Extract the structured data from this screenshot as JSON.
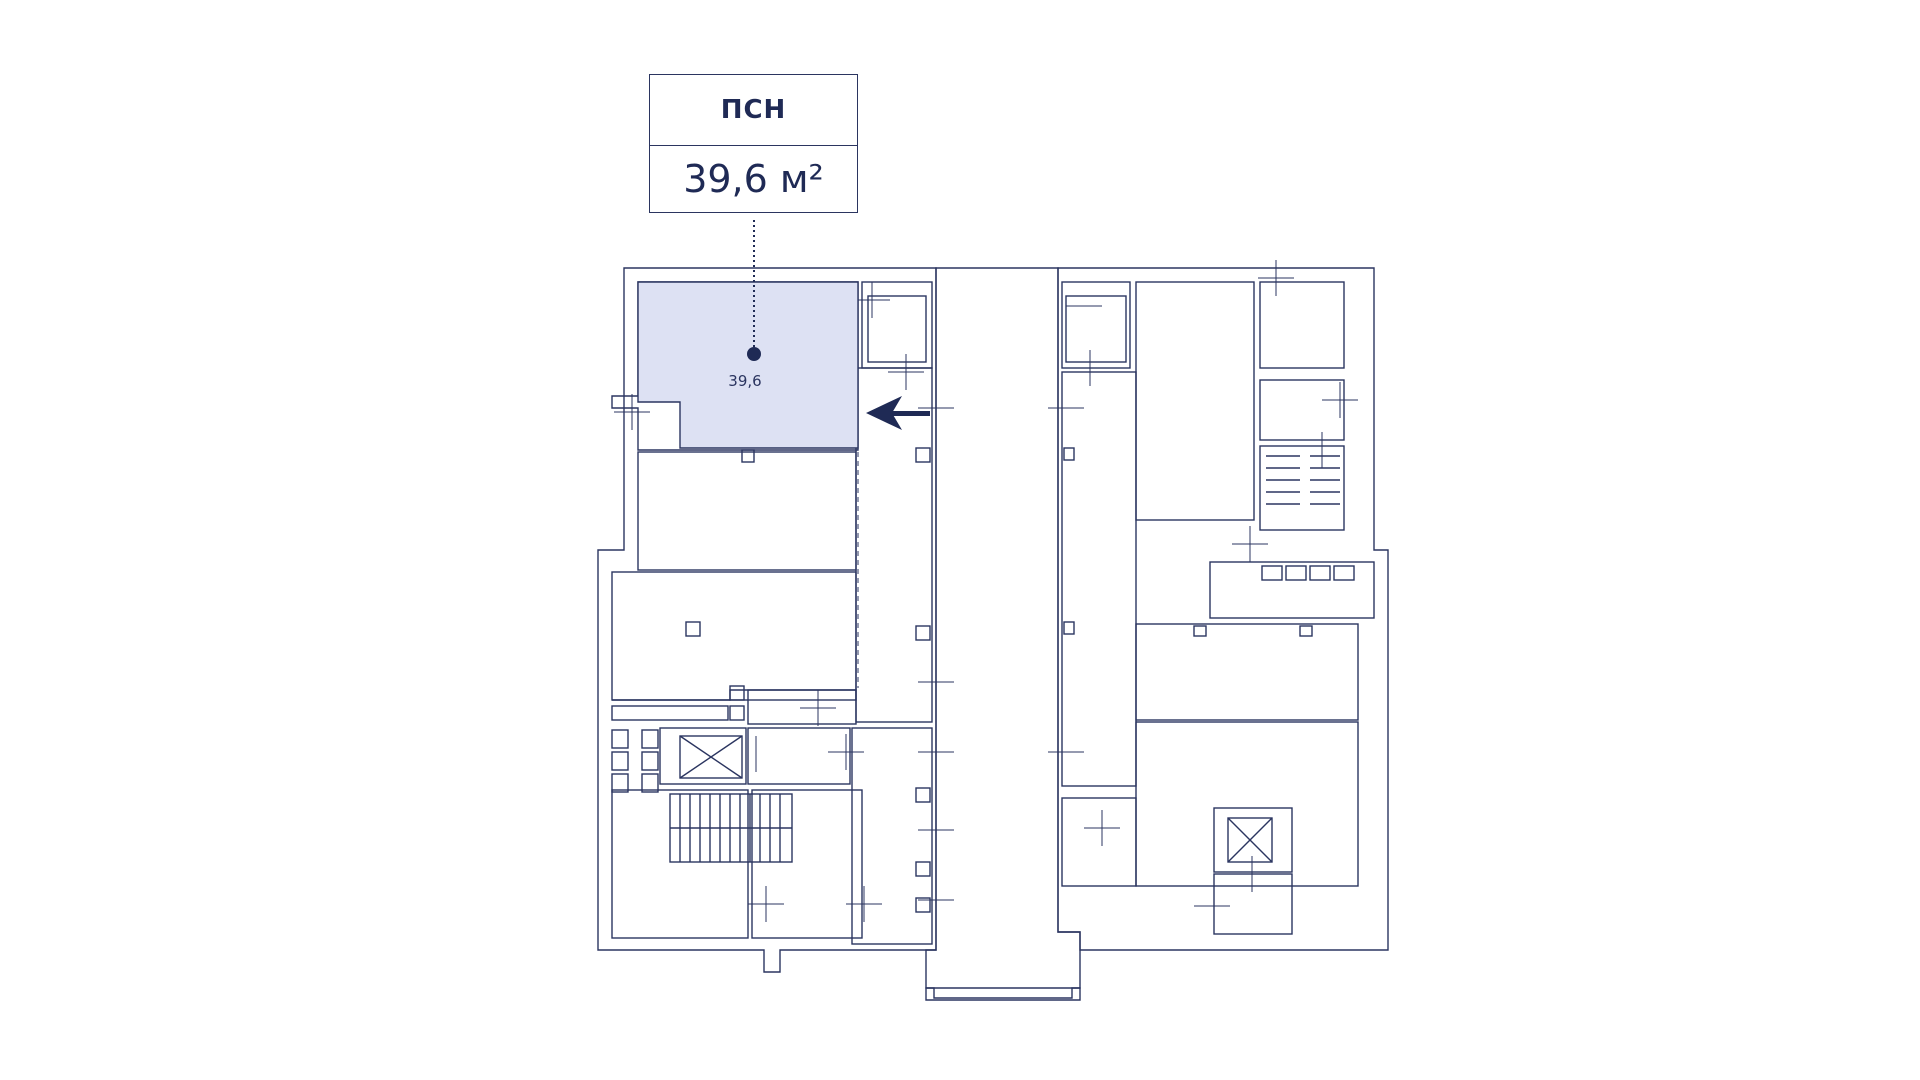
{
  "unit": {
    "type": "ПСН",
    "area_value": "39,6",
    "area_unit": "м²",
    "room_label": "39,6"
  },
  "colors": {
    "line": "#2b3560",
    "highlight_fill": "#dde1f3",
    "accent": "#1f2a55"
  }
}
